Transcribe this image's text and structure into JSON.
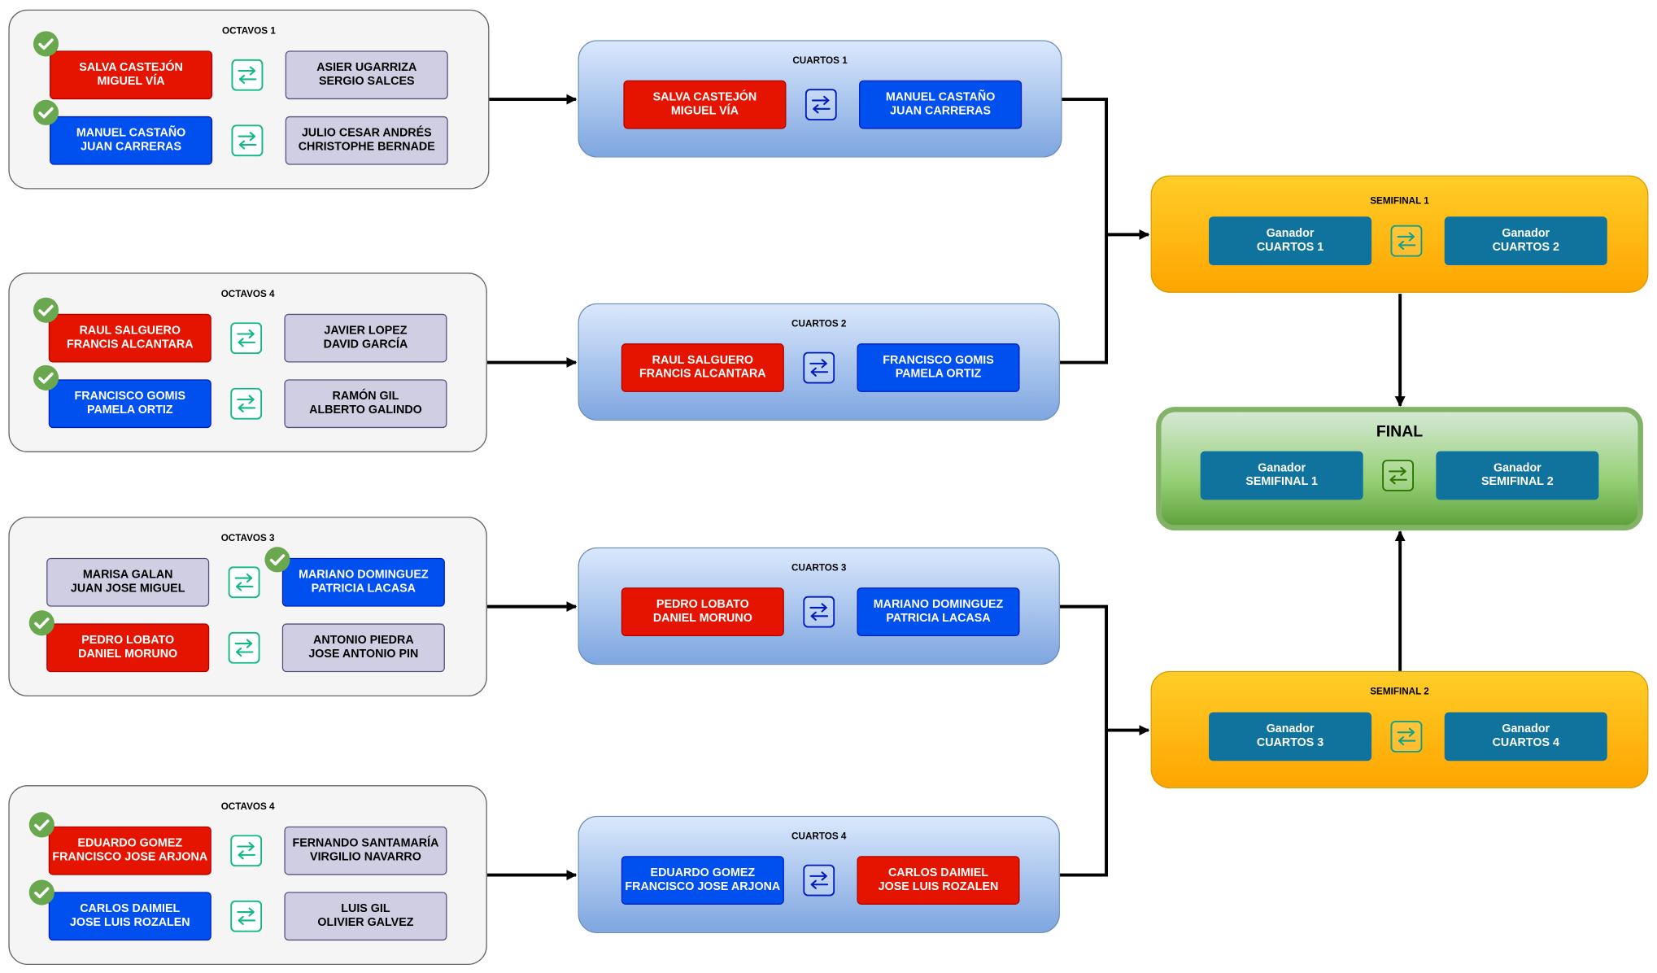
{
  "octavos": [
    {
      "title": "OCTAVOS 1",
      "pairs": [
        {
          "a": {
            "l1": "SALVA CASTEJÓN",
            "l2": "MIGUEL VÍA",
            "color": "red",
            "winner": true
          },
          "b": {
            "l1": "ASIER UGARRIZA",
            "l2": "SERGIO SALCES",
            "color": "gray",
            "winner": false
          }
        },
        {
          "a": {
            "l1": "MANUEL CASTAÑO",
            "l2": "JUAN CARRERAS",
            "color": "blue",
            "winner": true
          },
          "b": {
            "l1": "JULIO CESAR ANDRÉS",
            "l2": "CHRISTOPHE BERNADE",
            "color": "gray",
            "winner": false
          }
        }
      ]
    },
    {
      "title": "OCTAVOS 4",
      "pairs": [
        {
          "a": {
            "l1": "RAUL SALGUERO",
            "l2": "FRANCIS ALCANTARA",
            "color": "red",
            "winner": true
          },
          "b": {
            "l1": "JAVIER LOPEZ",
            "l2": "DAVID GARCÍA",
            "color": "gray",
            "winner": false
          }
        },
        {
          "a": {
            "l1": "FRANCISCO GOMIS",
            "l2": "PAMELA ORTIZ",
            "color": "blue",
            "winner": true
          },
          "b": {
            "l1": "RAMÓN GIL",
            "l2": "ALBERTO GALINDO",
            "color": "gray",
            "winner": false
          }
        }
      ]
    },
    {
      "title": "OCTAVOS 3",
      "pairs": [
        {
          "a": {
            "l1": "MARISA GALAN",
            "l2": "JUAN JOSE MIGUEL",
            "color": "gray",
            "winner": false
          },
          "b": {
            "l1": "MARIANO DOMINGUEZ",
            "l2": "PATRICIA LACASA",
            "color": "blue",
            "winner": true
          }
        },
        {
          "a": {
            "l1": "PEDRO LOBATO",
            "l2": "DANIEL MORUNO",
            "color": "red",
            "winner": true
          },
          "b": {
            "l1": "ANTONIO PIEDRA",
            "l2": "JOSE ANTONIO PIN",
            "color": "gray",
            "winner": false
          }
        }
      ]
    },
    {
      "title": "OCTAVOS 4",
      "pairs": [
        {
          "a": {
            "l1": "EDUARDO GOMEZ",
            "l2": "FRANCISCO JOSE ARJONA",
            "color": "red",
            "winner": true
          },
          "b": {
            "l1": "FERNANDO SANTAMARÍA",
            "l2": "VIRGILIO NAVARRO",
            "color": "gray",
            "winner": false
          }
        },
        {
          "a": {
            "l1": "CARLOS DAIMIEL",
            "l2": "JOSE LUIS ROZALEN",
            "color": "blue",
            "winner": true
          },
          "b": {
            "l1": "LUIS GIL",
            "l2": "OLIVIER GALVEZ",
            "color": "gray",
            "winner": false
          }
        }
      ]
    }
  ],
  "cuartos": [
    {
      "title": "CUARTOS 1",
      "a": {
        "l1": "SALVA CASTEJÓN",
        "l2": "MIGUEL VÍA",
        "color": "red"
      },
      "b": {
        "l1": "MANUEL CASTAÑO",
        "l2": "JUAN CARRERAS",
        "color": "blue"
      }
    },
    {
      "title": "CUARTOS 2",
      "a": {
        "l1": "RAUL SALGUERO",
        "l2": "FRANCIS ALCANTARA",
        "color": "red"
      },
      "b": {
        "l1": "FRANCISCO GOMIS",
        "l2": "PAMELA ORTIZ",
        "color": "blue"
      }
    },
    {
      "title": "CUARTOS 3",
      "a": {
        "l1": "PEDRO LOBATO",
        "l2": "DANIEL MORUNO",
        "color": "red"
      },
      "b": {
        "l1": "MARIANO DOMINGUEZ",
        "l2": "PATRICIA LACASA",
        "color": "blue"
      }
    },
    {
      "title": "CUARTOS 4",
      "a": {
        "l1": "EDUARDO GOMEZ",
        "l2": "FRANCISCO JOSE ARJONA",
        "color": "blue"
      },
      "b": {
        "l1": "CARLOS DAIMIEL",
        "l2": "JOSE LUIS ROZALEN",
        "color": "red"
      }
    }
  ],
  "semis": [
    {
      "title": "SEMIFINAL 1",
      "a": {
        "l1": "Ganador",
        "l2": "CUARTOS 1"
      },
      "b": {
        "l1": "Ganador",
        "l2": "CUARTOS 2"
      }
    },
    {
      "title": "SEMIFINAL 2",
      "a": {
        "l1": "Ganador",
        "l2": "CUARTOS 3"
      },
      "b": {
        "l1": "Ganador",
        "l2": "CUARTOS 4"
      }
    }
  ],
  "final": {
    "title": "FINAL",
    "a": {
      "l1": "Ganador",
      "l2": "SEMIFINAL 1"
    },
    "b": {
      "l1": "Ganador",
      "l2": "SEMIFINAL 2"
    }
  },
  "colors": {
    "red": "#e51400",
    "blue": "#0050ef",
    "gray": "#d0cee2",
    "teal": "#10739e",
    "check": "#6aa84f",
    "vs_octavos": "#12b887",
    "vs_cuartos": "#001dbc",
    "vs_semis": "#12a187",
    "vs_final": "#2d7600"
  },
  "icons": {
    "vs": "swap-arrows-icon",
    "winner": "check-circle-icon"
  }
}
